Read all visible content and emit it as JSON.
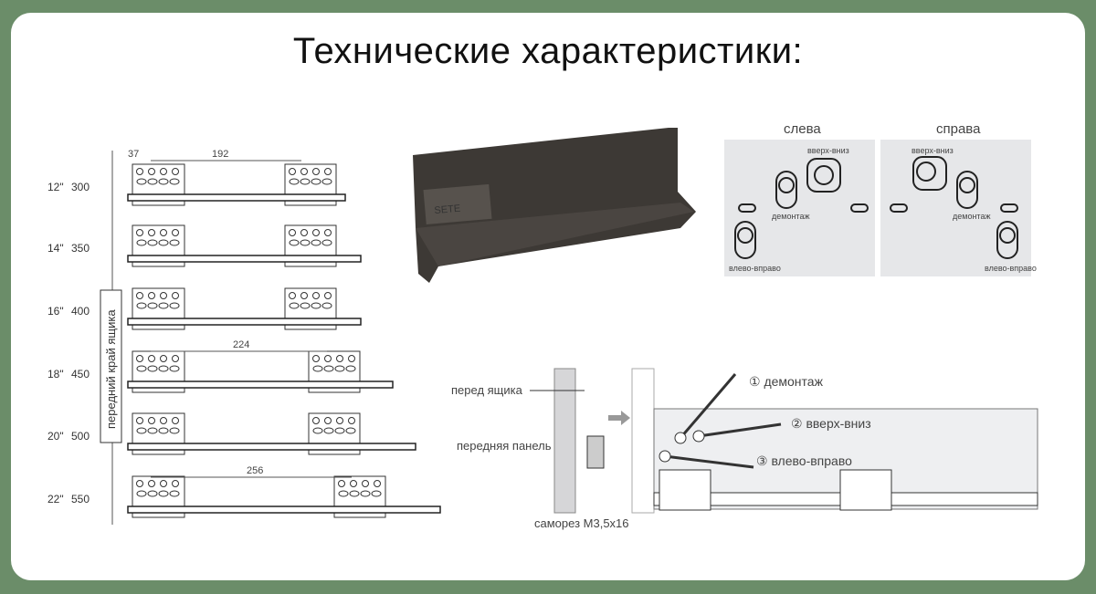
{
  "title": "Технические характеристики:",
  "sizes": [
    {
      "inch": "12\"",
      "mm": "300"
    },
    {
      "inch": "14\"",
      "mm": "350"
    },
    {
      "inch": "16\"",
      "mm": "400"
    },
    {
      "inch": "18\"",
      "mm": "450"
    },
    {
      "inch": "20\"",
      "mm": "500"
    },
    {
      "inch": "22\"",
      "mm": "550"
    }
  ],
  "dimensions": {
    "d37": "37",
    "d192": "192",
    "d224": "224",
    "d256": "256"
  },
  "front_edge_label": "передний край ящика",
  "brand_logo": "SETE",
  "adjust": {
    "left_title": "слева",
    "right_title": "справа",
    "up_down": "вверх-вниз",
    "dismount": "демонтаж",
    "left_right": "влево-вправо"
  },
  "install": {
    "drawer_front": "перед ящика",
    "front_panel": "передняя панель",
    "screw": "саморез М3,5х16",
    "step1": "① демонтаж",
    "step2": "② вверх-вниз",
    "step3": "③ влево-вправо"
  }
}
